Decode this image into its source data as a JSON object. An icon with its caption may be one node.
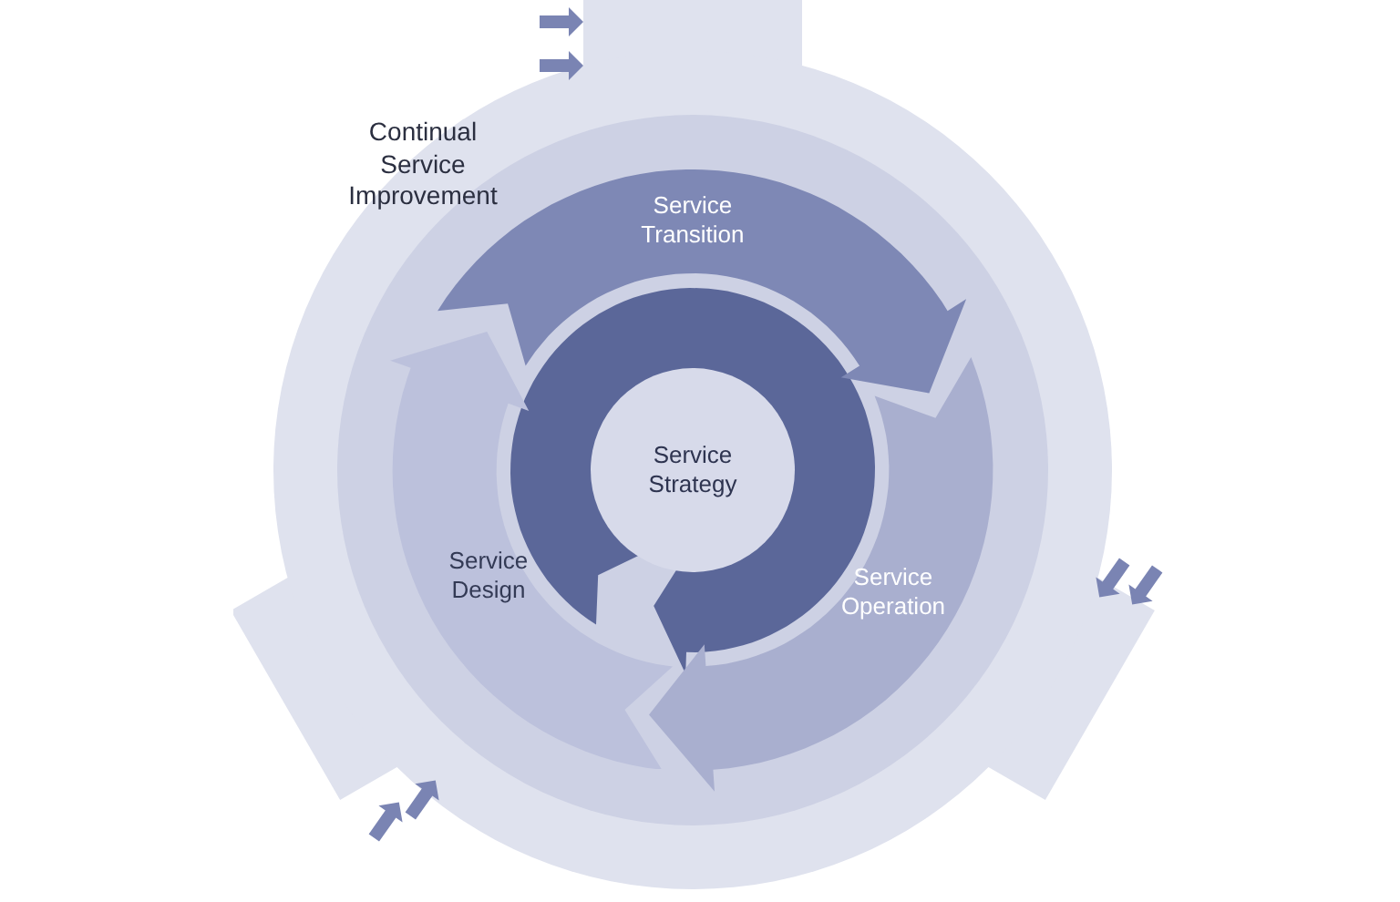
{
  "diagram": {
    "nodes": [
      {
        "text": [
          "Continual Service Improvement"
        ]
      },
      {
        "text": [
          "Service Transition"
        ],
        "in": 0
      },
      {
        "text": [
          "Service Operation"
        ],
        "in": 0
      },
      {
        "text": [
          "Service Design"
        ],
        "in": 0
      },
      {
        "text": [
          "Service Strategy"
        ],
        "in": 0
      }
    ]
  }
}
